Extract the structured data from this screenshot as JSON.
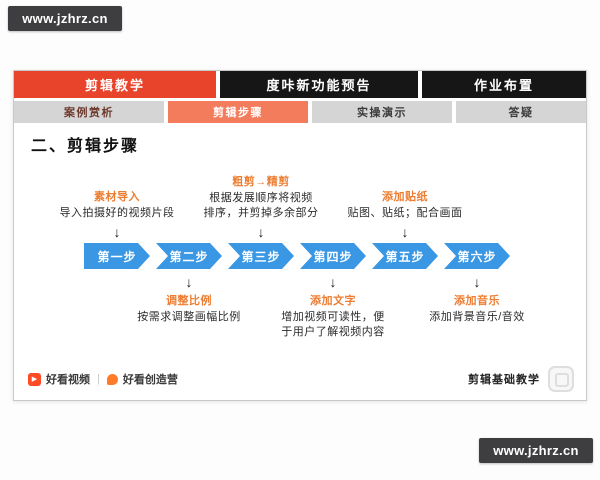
{
  "watermark": {
    "text": "www.jzhrz.cn"
  },
  "icons": {
    "down_arrow": "↓",
    "play_icon": "▶"
  },
  "tabs": [
    {
      "label": "剪辑教学",
      "active": true,
      "color": "#e8442c"
    },
    {
      "label": "度咔新功能预告",
      "active": false,
      "color": "#161616"
    },
    {
      "label": "作业布置",
      "active": false,
      "color": "#161616"
    }
  ],
  "subtabs": [
    {
      "label": "案例赏析",
      "active": false
    },
    {
      "label": "剪辑步骤",
      "active": true,
      "color": "#f37c5c"
    },
    {
      "label": "实操演示",
      "active": false
    },
    {
      "label": "答疑",
      "active": false
    }
  ],
  "slide": {
    "title": "二、剪辑步骤",
    "steps": [
      "第一步",
      "第二步",
      "第三步",
      "第四步",
      "第五步",
      "第六步"
    ],
    "step_color": "#3a97e4",
    "accent_color": "#ed7d31",
    "annotations_top": [
      {
        "label": "素材导入",
        "desc": "导入拍摄好的视频片段",
        "points_to": "第一步"
      },
      {
        "label": "粗剪→精剪",
        "desc": "根据发展顺序将视频\n排序，并剪掉多余部分",
        "points_to": "第三步"
      },
      {
        "label": "添加贴纸",
        "desc": "贴图、贴纸；配合画面",
        "points_to": "第五步"
      }
    ],
    "annotations_bottom": [
      {
        "label": "调整比例",
        "desc": "按需求调整画幅比例",
        "points_from": "第二步"
      },
      {
        "label": "添加文字",
        "desc": "增加视频可读性，便\n于用户了解视频内容",
        "points_from": "第四步"
      },
      {
        "label": "添加音乐",
        "desc": "添加背景音乐/音效",
        "points_from": "第六步"
      }
    ],
    "footer": {
      "brand_1": "好看视频",
      "divider": "|",
      "brand_2": "好看创造营",
      "caption": "剪辑基础教学"
    }
  }
}
